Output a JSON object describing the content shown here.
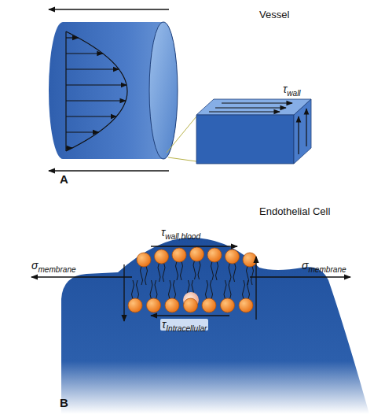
{
  "diagram": {
    "labels": [
      "Vessel",
      "τwall",
      "A",
      "Endothelial Cell",
      "τwall,blood",
      "σmembrane",
      "σmembrane",
      "τIntracellular",
      "B"
    ]
  }
}
